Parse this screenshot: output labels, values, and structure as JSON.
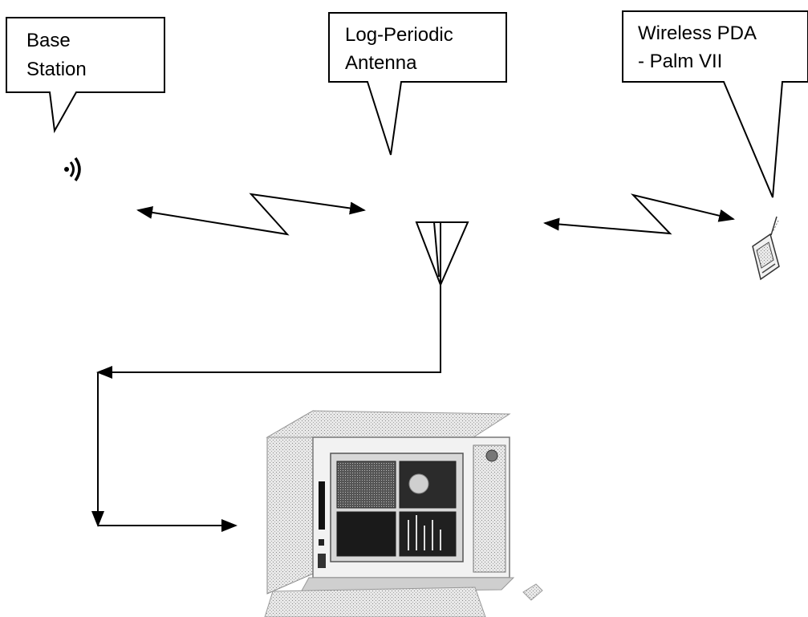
{
  "callouts": [
    {
      "id": "base-station",
      "lines": [
        "Base",
        "Station"
      ]
    },
    {
      "id": "log-periodic-antenna",
      "lines": [
        "Log-Periodic",
        "Antenna"
      ]
    },
    {
      "id": "wireless-pda",
      "lines": [
        "Wireless PDA",
        "- Palm VII"
      ]
    }
  ],
  "icons": {
    "base_station": "radio-waves-icon",
    "antenna": "antenna-icon",
    "pda": "pda-device-icon",
    "analyzer": "spectrum-analyzer-computer-icon"
  },
  "colors": {
    "line": "#000000",
    "background": "#ffffff"
  }
}
